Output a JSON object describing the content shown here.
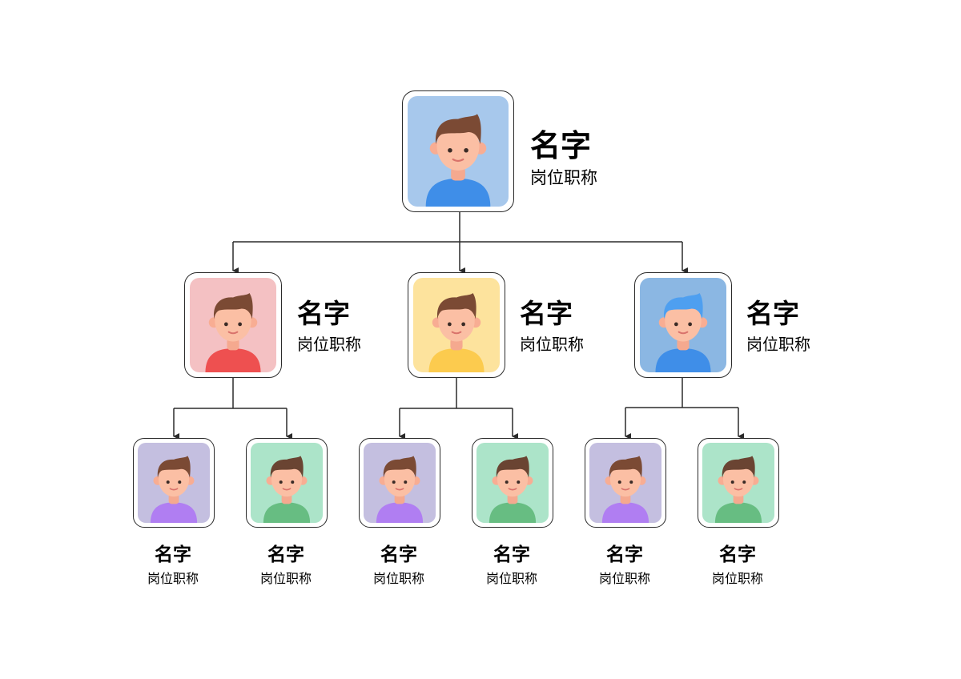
{
  "org": {
    "root": {
      "name": "名字",
      "title": "岗位职称",
      "bg": "#a7c8ec",
      "hair": "#7b4a34",
      "shirt": "#3f8ee8"
    },
    "managers": [
      {
        "name": "名字",
        "title": "岗位职称",
        "bg": "#f4c1c3",
        "hair": "#7b4a34",
        "shirt": "#ee5050"
      },
      {
        "name": "名字",
        "title": "岗位职称",
        "bg": "#fde39d",
        "hair": "#7b4a34",
        "shirt": "#fccb4e"
      },
      {
        "name": "名字",
        "title": "岗位职称",
        "bg": "#8bb7e3",
        "hair": "#4e9ff0",
        "shirt": "#3f8ee8"
      }
    ],
    "staff": [
      {
        "name": "名字",
        "title": "岗位职称",
        "bg": "#c4bfe0",
        "hair": "#7b4a34",
        "shirt": "#b07ef2"
      },
      {
        "name": "名字",
        "title": "岗位职称",
        "bg": "#ace4c9",
        "hair": "#6a4432",
        "shirt": "#67bd82"
      },
      {
        "name": "名字",
        "title": "岗位职称",
        "bg": "#c4bfe0",
        "hair": "#7b4a34",
        "shirt": "#b07ef2"
      },
      {
        "name": "名字",
        "title": "岗位职称",
        "bg": "#ace4c9",
        "hair": "#6a4432",
        "shirt": "#67bd82"
      },
      {
        "name": "名字",
        "title": "岗位职称",
        "bg": "#c4bfe0",
        "hair": "#7b4a34",
        "shirt": "#b07ef2"
      },
      {
        "name": "名字",
        "title": "岗位职称",
        "bg": "#ace4c9",
        "hair": "#6a4432",
        "shirt": "#67bd82"
      }
    ]
  },
  "colors": {
    "line": "#2b2b2b",
    "skin": "#fbbfa4",
    "ear": "#f8ad93",
    "mouth": "#d9736b",
    "neck": "#f5a98f"
  }
}
